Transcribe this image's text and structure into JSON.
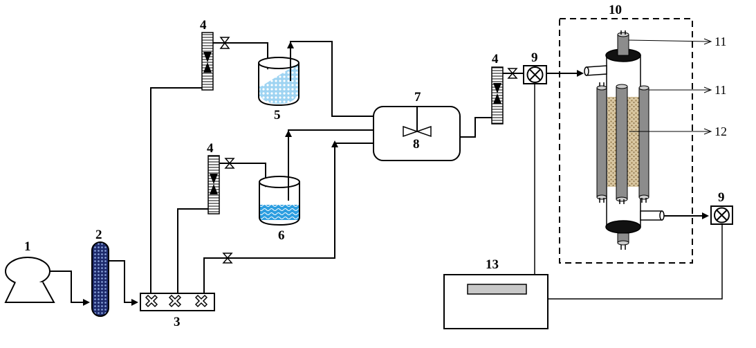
{
  "labels": {
    "pump": "1",
    "filter": "2",
    "manifold": "3",
    "rotameter_top": "4",
    "rotameter_mid": "4",
    "rotameter_right": "4",
    "vessel_5": "5",
    "vessel_6": "6",
    "mixer_7": "7",
    "stirrer_8": "8",
    "sensor_in": "9",
    "sensor_out": "9",
    "enclosure": "10",
    "callout_11_top": "11",
    "callout_11_mid": "11",
    "callout_12": "12",
    "analyzer": "13"
  },
  "colors": {
    "line": "#000000",
    "water_blue": "#3aa6df",
    "filter_fill": "#1d2a6b",
    "tube_gray": "#8c8c8c",
    "packing": "#c9b48d",
    "cap_black": "#111111",
    "analyzer_window": "#c8c8c8"
  }
}
